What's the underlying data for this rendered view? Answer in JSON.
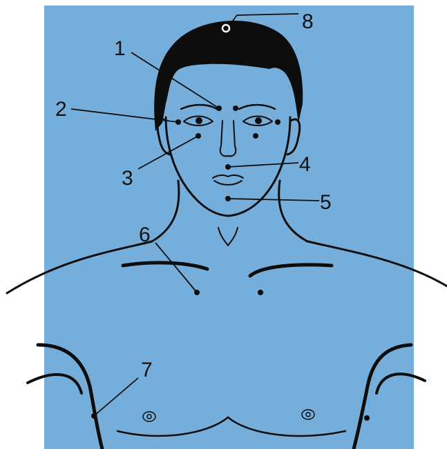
{
  "colors": {
    "background": "#75aedb",
    "ink": "#0d0d0d",
    "page": "#ffffff"
  },
  "points": [
    {
      "label": "1"
    },
    {
      "label": "2"
    },
    {
      "label": "3"
    },
    {
      "label": "4"
    },
    {
      "label": "5"
    },
    {
      "label": "6"
    },
    {
      "label": "7"
    },
    {
      "label": "8"
    }
  ]
}
